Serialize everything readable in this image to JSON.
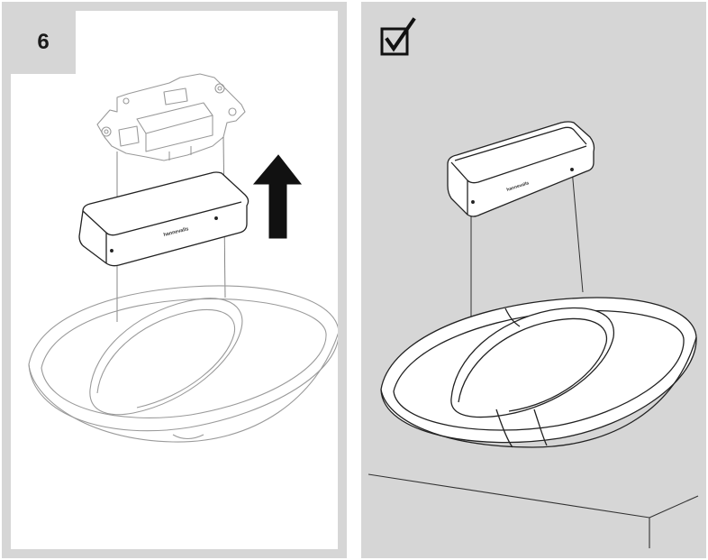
{
  "step_panel": {
    "step_number": "6",
    "action": "arrow-up-icon"
  },
  "result_panel": {
    "status_icon": "checkbox-checked-icon"
  },
  "illustration": {
    "fixture": "oval ring pendant lamp",
    "canopy_brand_text": "hannevalls"
  }
}
